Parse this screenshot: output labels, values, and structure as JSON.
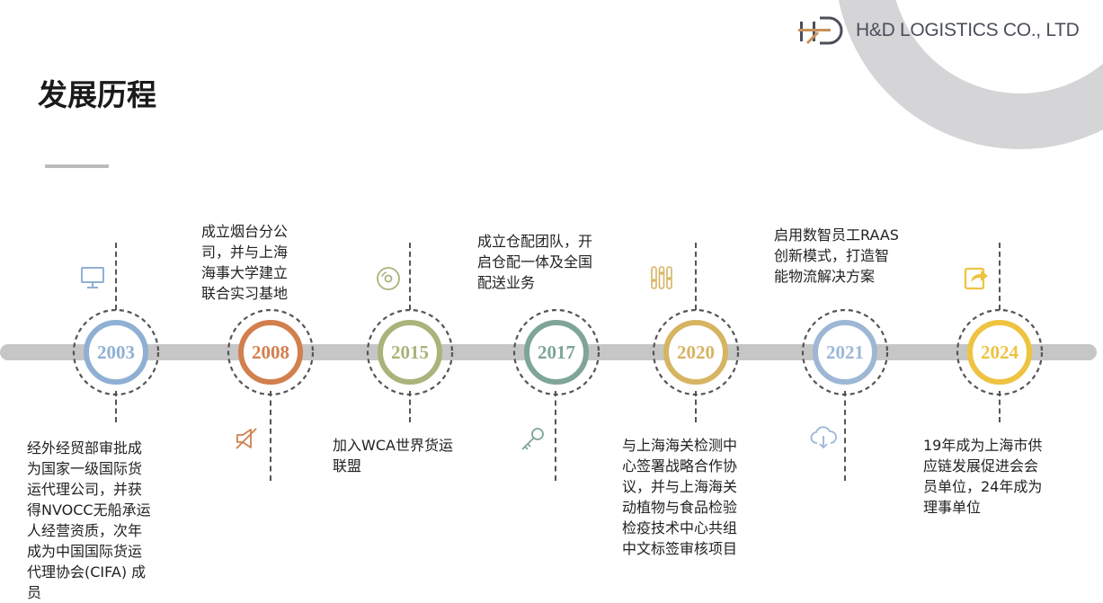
{
  "header": {
    "company_name": "H&D LOGISTICS CO., LTD"
  },
  "page": {
    "title": "发展历程"
  },
  "colors": {
    "timeline_bar": "#c6c6c6",
    "deco_circle": "#d5d5d8",
    "title_rule": "#bcbcbc"
  },
  "timeline": [
    {
      "year": "2003",
      "color": "#8fb0d3",
      "icon": "monitor-icon",
      "description": [
        "经外经贸部审批成",
        "为国家一级国际货",
        "运代理公司，并获",
        "得NVOCC无船承运",
        "人经营资质，次年",
        "成为中国国际货运",
        "代理协会(CIFA) 成",
        "员"
      ]
    },
    {
      "year": "2008",
      "color": "#d27f4e",
      "icon": "megaphone-icon",
      "description": [
        "成立烟台分公",
        "司，并与上海",
        "海事大学建立",
        "联合实习基地"
      ]
    },
    {
      "year": "2015",
      "color": "#a9b37b",
      "icon": "disc-icon",
      "description": [
        "加入WCA世界货运",
        "联盟"
      ]
    },
    {
      "year": "2017",
      "color": "#7fa596",
      "icon": "key-icon",
      "description": [
        "成立仓配团队，开",
        "启仓配一体及全国",
        "配送业务"
      ]
    },
    {
      "year": "2020",
      "color": "#d6b462",
      "icon": "sliders-icon",
      "description": [
        "与上海海关检测中",
        "心签署战略合作协",
        "议，并与上海海关",
        "动植物与食品检验",
        "检疫技术中心共组",
        "中文标签审核项目"
      ]
    },
    {
      "year": "2021",
      "color": "#9db7d5",
      "icon": "cloud-download-icon",
      "description": [
        "启用数智员工RAAS",
        "创新模式，打造智",
        "能物流解决方案"
      ]
    },
    {
      "year": "2024",
      "color": "#eec340",
      "icon": "share-icon",
      "description": [
        "19年成为上海市供",
        "应链发展促进会会",
        "员单位，24年成为",
        "理事单位"
      ]
    }
  ]
}
